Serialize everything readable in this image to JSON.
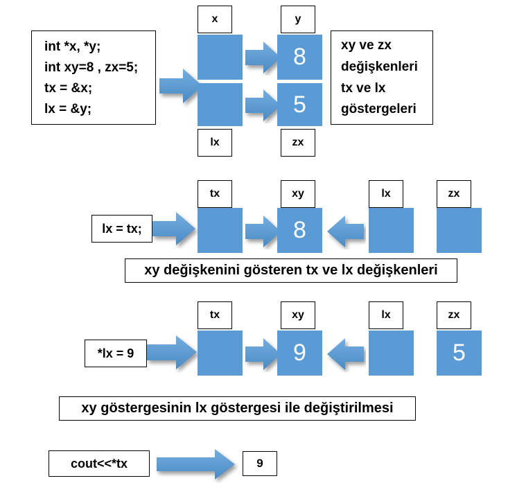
{
  "theme": {
    "cell_blue": "#5B9BD5",
    "arrow_blue": "#5B9BD5",
    "outline": "#000000",
    "background": "#FFFFFF",
    "cell_text": "#FFFFFF"
  },
  "diagram": {
    "title_present": false,
    "rows": [
      {
        "id": "row-declaration",
        "code_box": {
          "lines": [
            "int *x, *y;",
            "int xy=8 , zx=5;",
            "tx = &x;",
            "lx = &y;"
          ]
        },
        "tags_top": [
          {
            "label": "x"
          },
          {
            "label": "y"
          }
        ],
        "tags_bottom": [
          {
            "label": "lx"
          },
          {
            "label": "zx"
          }
        ],
        "cells": [
          {
            "name": "pointer-cell-x",
            "value": ""
          },
          {
            "name": "value-cell-y",
            "value": "8"
          },
          {
            "name": "pointer-cell-lx",
            "value": ""
          },
          {
            "name": "value-cell-zx",
            "value": "5"
          }
        ],
        "note_box": {
          "lines": [
            "xy ve zx",
            "değişkenleri",
            "tx ve lx",
            "göstergeleri"
          ]
        }
      },
      {
        "id": "row-assign-lx-tx",
        "statement": "lx = tx;",
        "tags": [
          {
            "label": "tx"
          },
          {
            "label": "xy"
          },
          {
            "label": "lx"
          },
          {
            "label": "zx"
          }
        ],
        "cells": [
          {
            "name": "pointer-cell-tx",
            "value": ""
          },
          {
            "name": "value-cell-xy",
            "value": "8"
          },
          {
            "name": "pointer-cell-lx",
            "value": ""
          },
          {
            "name": "value-cell-zx",
            "value": ""
          }
        ],
        "caption": "xy değişkenini gösteren tx ve lx değişkenleri"
      },
      {
        "id": "row-deref-assign",
        "statement": "*lx = 9",
        "tags": [
          {
            "label": "tx"
          },
          {
            "label": "xy"
          },
          {
            "label": "lx"
          },
          {
            "label": "zx"
          }
        ],
        "cells": [
          {
            "name": "pointer-cell-tx",
            "value": ""
          },
          {
            "name": "value-cell-xy",
            "value": "9"
          },
          {
            "name": "pointer-cell-lx",
            "value": ""
          },
          {
            "name": "value-cell-zx",
            "value": "5"
          }
        ],
        "caption": "xy göstergesinin lx göstergesi ile değiştirilmesi"
      },
      {
        "id": "row-output",
        "statement": "cout<<*tx",
        "result": "9"
      }
    ]
  }
}
